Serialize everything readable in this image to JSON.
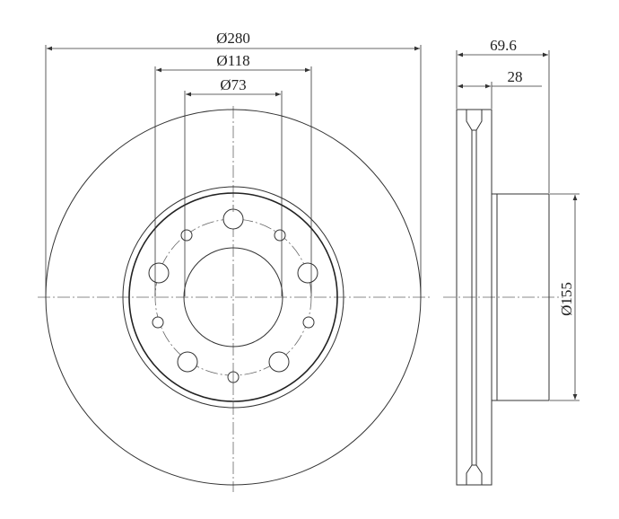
{
  "drawing": {
    "dimensions": {
      "outer_diameter": "Ø280",
      "bolt_circle_diameter": "Ø118",
      "center_bore_diameter": "Ø73",
      "hat_diameter": "Ø155",
      "total_height": "69.6",
      "disc_thickness": "28"
    }
  }
}
